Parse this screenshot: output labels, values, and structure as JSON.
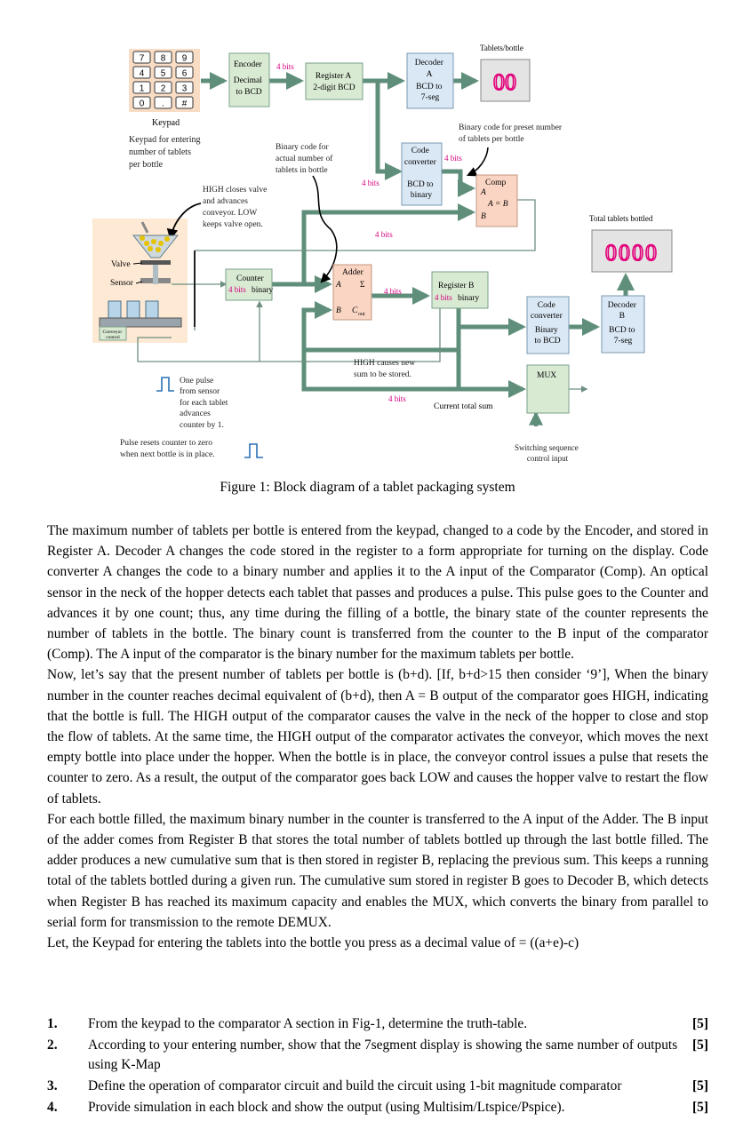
{
  "diagram": {
    "keypad_keys": [
      "7",
      "8",
      "9",
      "4",
      "5",
      "6",
      "1",
      "2",
      "3",
      "0",
      ".",
      "#"
    ],
    "keypad_label": "Keypad",
    "keypad_desc": [
      "Keypad for entering",
      "number of tablets",
      "per bottle"
    ],
    "encoder": [
      "Encoder",
      "Decimal",
      "to BCD"
    ],
    "four_bits": "4 bits",
    "register_a": [
      "Register A",
      "2-digit BCD"
    ],
    "decoder_a": [
      "Decoder",
      "A",
      "BCD to",
      "7-seg"
    ],
    "tablets_bottle_label": "Tablets/bottle",
    "display_a_value": "00",
    "preset_label": [
      "Binary code for preset number",
      "of tablets per bottle"
    ],
    "code_converter_a": [
      "Code",
      "converter",
      "BCD to",
      "binary"
    ],
    "actual_label": [
      "Binary code for",
      "actual number of",
      "tablets in bottle"
    ],
    "comp": [
      "Comp",
      "A",
      "A = B",
      "B"
    ],
    "valve_note": [
      "HIGH closes valve",
      "and advances",
      "conveyor. LOW",
      "keeps valve open."
    ],
    "total_label": "Total tablets bottled",
    "display_b_value": "0000",
    "valve_label": "Valve",
    "sensor_label": "Sensor",
    "conveyor_label": [
      "Conveyor",
      "control"
    ],
    "counter": [
      "Counter",
      "binary"
    ],
    "adder": [
      "Adder",
      "A",
      "Σ",
      "B",
      "C"
    ],
    "adder_cout_sub": "out",
    "register_b": [
      "Register B",
      "binary"
    ],
    "code_converter_b": [
      "Code",
      "converter",
      "Binary",
      "to BCD"
    ],
    "decoder_b": [
      "Decoder",
      "B",
      "BCD to",
      "7-seg"
    ],
    "high_new_sum": [
      "HIGH causes new",
      "sum to be stored."
    ],
    "mux_label": "MUX",
    "current_total": "Current total sum",
    "pulse_note": [
      "One pulse",
      "from sensor",
      "for each tablet",
      "advances",
      "counter by 1."
    ],
    "reset_note": [
      "Pulse resets counter to zero",
      "when next bottle is in place."
    ],
    "switching_label": [
      "Switching sequence",
      "control input"
    ]
  },
  "caption": "Figure 1: Block diagram of a tablet packaging system",
  "paragraphs": [
    "The maximum number of tablets per bottle is entered from the keypad, changed to a code by the Encoder, and stored in Register A. Decoder A changes the code stored in the register to a form appropriate for turning on the display. Code converter A changes the code to a binary number and applies it to the A input of the Comparator (Comp). An optical sensor in the neck of the hopper detects each tablet that passes and produces a pulse. This pulse goes to the Counter and advances it by one count; thus, any time during the filling of a bottle, the binary state of the counter represents the number of tablets in the bottle. The binary count is transferred from the counter to the B input of the comparator (Comp). The A input of the comparator is the binary number for the maximum tablets per bottle.",
    "Now, let’s say that the present number of tablets per bottle is (b+d). [If, b+d>15 then consider ‘9’], When the binary number in the counter reaches decimal equivalent of (b+d), then A = B output of the comparator goes HIGH, indicating that the bottle is full. The HIGH output of the comparator causes the valve in the neck of the hopper to close and stop the flow of tablets. At the same time, the HIGH output of the comparator activates the conveyor, which moves the next empty bottle into place under the hopper. When the bottle is in place, the conveyor control issues a pulse that resets the counter to zero. As a result, the output of the comparator goes back LOW and causes the hopper valve to restart the flow of tablets.",
    "For each bottle filled, the maximum binary number in the counter is transferred to the A input of the Adder. The B input of the adder comes from Register B that stores the total number of tablets bottled up through the last bottle filled. The adder produces a new cumulative sum that is then stored in register B, replacing the previous sum. This keeps a running total of the tablets bottled during a given run. The cumulative sum stored in register B goes to Decoder B, which detects when Register B has reached its maximum capacity and enables the MUX, which converts the binary from parallel to serial form for transmission to the remote DEMUX.",
    "Let, the Keypad for entering the tablets into the bottle you press as a decimal value of = ((a+e)-c)"
  ],
  "questions": [
    {
      "num": "1.",
      "text": "From the keypad to the comparator A section in Fig-1, determine the truth-table.",
      "marks": "[5]"
    },
    {
      "num": "2.",
      "text": "According to your entering number, show that the 7segment display is showing the same number of outputs using K-Map",
      "marks": "[5]"
    },
    {
      "num": "3.",
      "text": "Define the operation of comparator circuit and build the circuit using 1-bit magnitude comparator",
      "marks": "[5]"
    },
    {
      "num": "4.",
      "text": "Provide simulation in each block and show the output (using Multisim/Ltspice/Pspice).",
      "marks": "[5]"
    }
  ],
  "colors": {
    "box_green": "#d9ead3",
    "box_blue": "#dae8f5",
    "box_pink": "#fbd5c3",
    "bus": "#5f8f7a",
    "segment": "#e3007a",
    "display_bg": "#e4e4e4",
    "hopper_bg": "#fde9d4",
    "bits_text": "#d6007f"
  }
}
